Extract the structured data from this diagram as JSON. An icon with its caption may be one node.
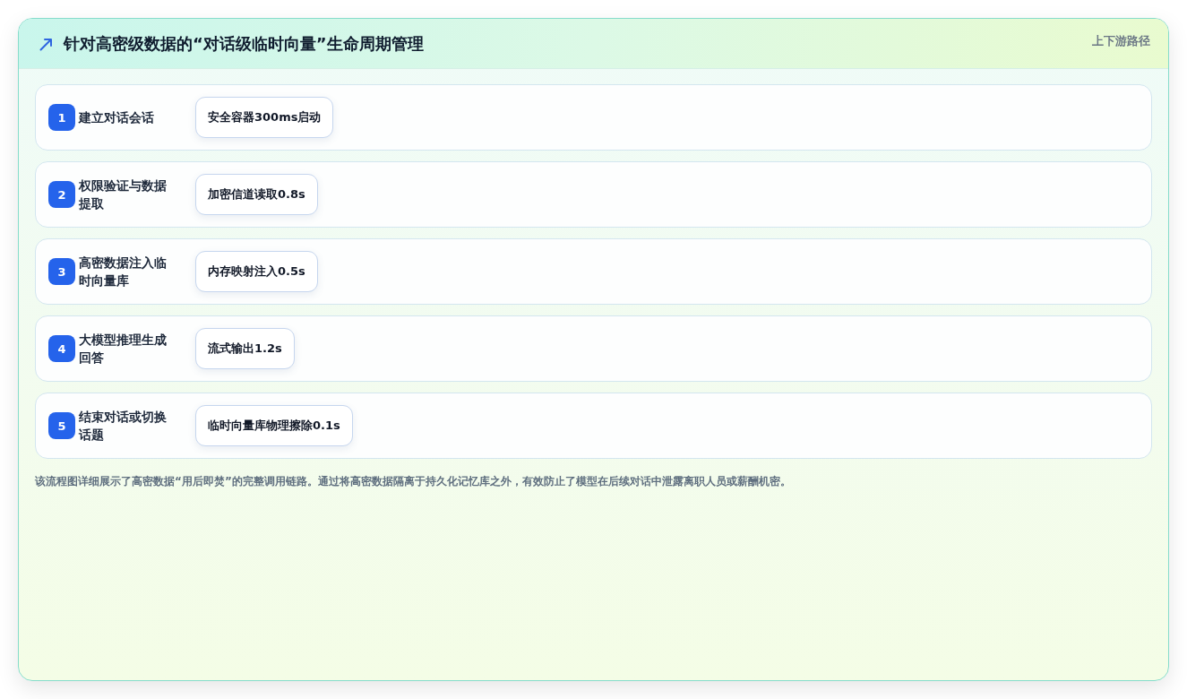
{
  "diagram": {
    "title": "针对高密级数据的“对话级临时向量”生命周期管理",
    "caption": "该流程图详细展示了高密数据“用后即焚”的完整调用链路。通过将高密数据隔离于持久化记忆库之外，有效防止了模型在后续对话中泄露离职人员或薪酬机密。",
    "nodes": [
      {
        "text": [
          "建立对话会话"
        ]
      },
      {
        "text": [
          "1"
        ],
        "in": 0
      },
      {
        "text": [
          "安全容器300ms启动"
        ],
        "in": 0
      },
      {
        "text": [
          "权限验证与数据提取"
        ]
      },
      {
        "text": [
          "2"
        ],
        "in": 3
      },
      {
        "text": [
          "加密信道读取0.8s"
        ],
        "in": 3
      },
      {
        "text": [
          "高密数据注入临时向量库"
        ]
      },
      {
        "text": [
          "3"
        ],
        "in": 6
      },
      {
        "text": [
          "内存映射注入0.5s"
        ],
        "in": 6
      },
      {
        "text": [
          "大模型推理生成回答"
        ]
      },
      {
        "text": [
          "4"
        ],
        "in": 9
      },
      {
        "text": [
          "流式输出1.2s"
        ],
        "in": 9
      },
      {
        "text": [
          "结束对话或切换话题"
        ]
      },
      {
        "text": [
          "5"
        ],
        "in": 12
      },
      {
        "text": [
          "临时向量库物理擦除0.1s"
        ],
        "in": 12
      }
    ],
    "labels": [
      "上下游路径"
    ]
  }
}
